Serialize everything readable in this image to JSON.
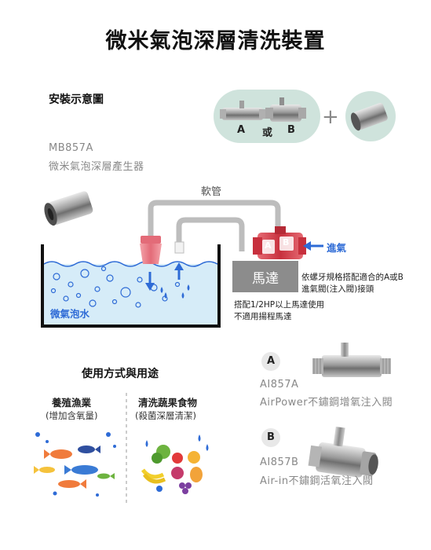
{
  "title": "微米氣泡深層清洗裝置",
  "install": {
    "heading": "安裝示意圖",
    "option_a": "A",
    "option_or": "或",
    "option_b": "B",
    "plus": "+"
  },
  "generator": {
    "model": "MB857A",
    "name": "微米氣泡深層產生器"
  },
  "diagram": {
    "hose_label": "軟管",
    "tag_a": "A",
    "tag_b": "B",
    "air_in_label": "進氣",
    "motor_label": "馬達",
    "thread_note": "依螺牙規格搭配適合的A或B進氣閥(注入閥)接頭",
    "motor_note": "搭配1/2HP以上馬達使用不適用揚程馬達",
    "water_label": "微氣泡水"
  },
  "usage": {
    "heading": "使用方式與用途",
    "col1_title": "養殖漁業",
    "col1_sub": "(增加含氧量)",
    "col2_title": "清洗蔬果食物",
    "col2_sub": "(殺菌深層清潔)"
  },
  "valves": {
    "a": {
      "badge": "A",
      "model": "AI857A",
      "desc": "AirPower不鏽鋼增氧注入閥"
    },
    "b": {
      "badge": "B",
      "model": "AI857B",
      "desc": "Air-in不鏽鋼活氧注入閥"
    }
  },
  "colors": {
    "pink": "#f08a93",
    "red_valve": "#d9404c",
    "blue": "#2e6bd6",
    "water": "#d6ecf8",
    "motor": "#8c8c8c",
    "teal": "#cfe3dc",
    "hose": "#bdbdbd"
  }
}
